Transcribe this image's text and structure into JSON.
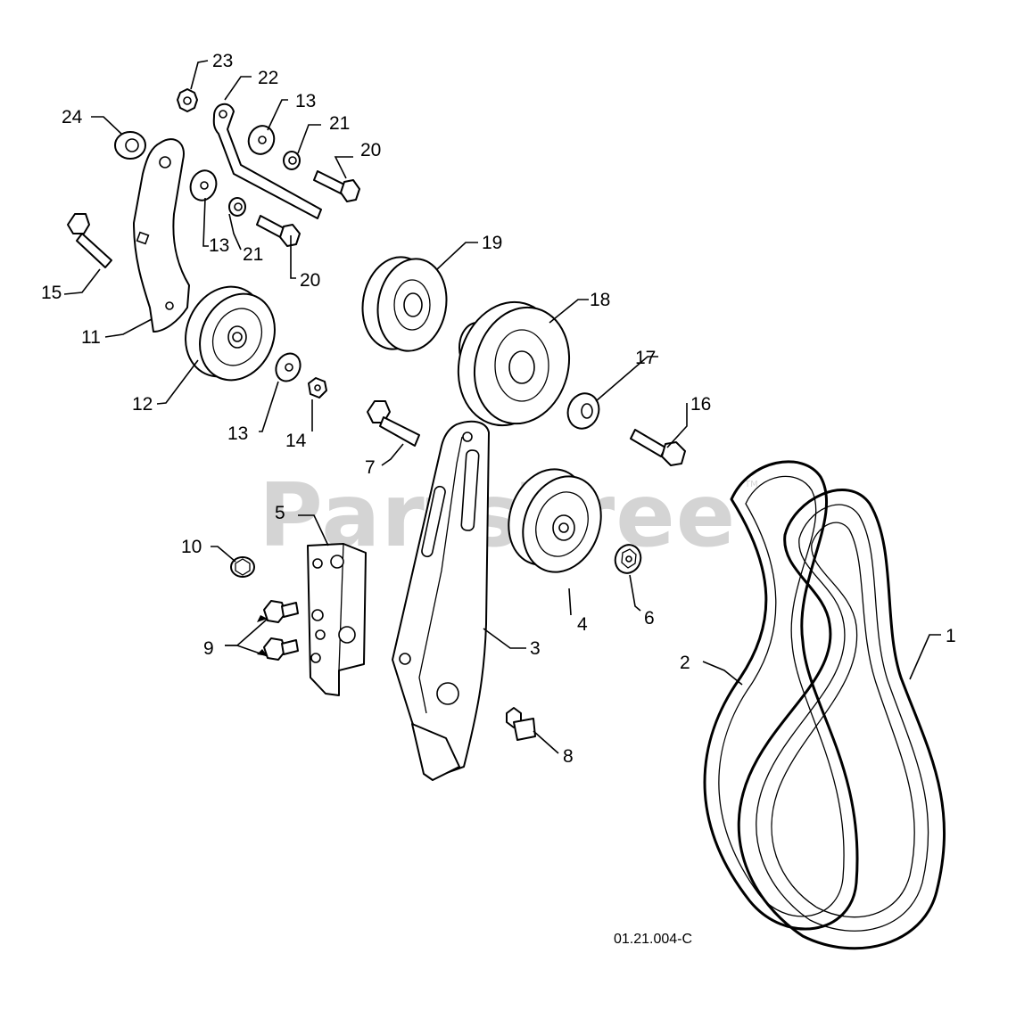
{
  "diagram": {
    "watermark": "PartsTree",
    "watermark_mark": "TM",
    "drawing_code": "01.21.004-C",
    "callouts": [
      {
        "id": "c1",
        "label": "1"
      },
      {
        "id": "c2",
        "label": "2"
      },
      {
        "id": "c3",
        "label": "3"
      },
      {
        "id": "c4",
        "label": "4"
      },
      {
        "id": "c5",
        "label": "5"
      },
      {
        "id": "c6",
        "label": "6"
      },
      {
        "id": "c7",
        "label": "7"
      },
      {
        "id": "c8",
        "label": "8"
      },
      {
        "id": "c9",
        "label": "9"
      },
      {
        "id": "c10",
        "label": "10"
      },
      {
        "id": "c11",
        "label": "11"
      },
      {
        "id": "c12",
        "label": "12"
      },
      {
        "id": "c13a",
        "label": "13"
      },
      {
        "id": "c13b",
        "label": "13"
      },
      {
        "id": "c13c",
        "label": "13"
      },
      {
        "id": "c14",
        "label": "14"
      },
      {
        "id": "c15",
        "label": "15"
      },
      {
        "id": "c16",
        "label": "16"
      },
      {
        "id": "c17",
        "label": "17"
      },
      {
        "id": "c18",
        "label": "18"
      },
      {
        "id": "c19",
        "label": "19"
      },
      {
        "id": "c20a",
        "label": "20"
      },
      {
        "id": "c20b",
        "label": "20"
      },
      {
        "id": "c21a",
        "label": "21"
      },
      {
        "id": "c21b",
        "label": "21"
      },
      {
        "id": "c22",
        "label": "22"
      },
      {
        "id": "c23",
        "label": "23"
      },
      {
        "id": "c24",
        "label": "24"
      }
    ]
  }
}
